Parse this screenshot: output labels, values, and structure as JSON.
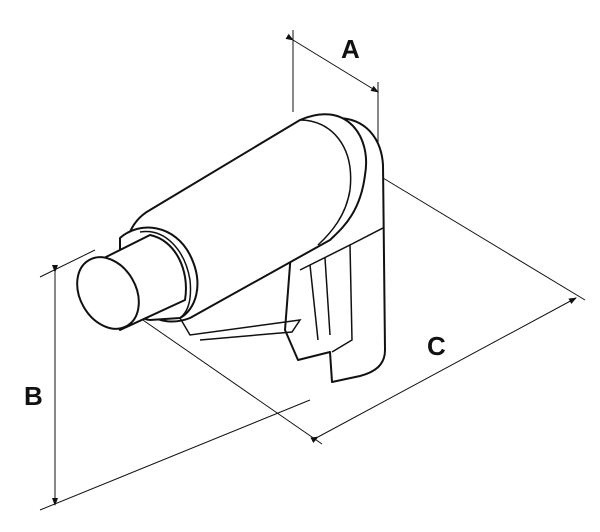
{
  "diagram": {
    "dimension_labels": {
      "a": "A",
      "b": "B",
      "c": "C"
    }
  }
}
